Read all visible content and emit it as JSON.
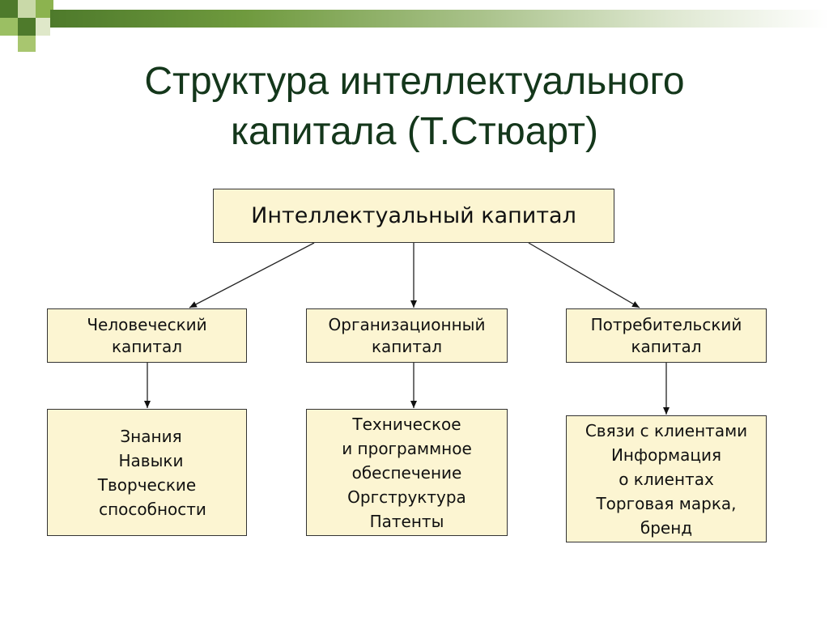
{
  "title": {
    "line1": "Структура интеллектуального",
    "line2": "капитала (Т.Стюарт)"
  },
  "diagram": {
    "root": "Интеллектуальный капитал",
    "branches": [
      {
        "title_lines": [
          "Человеческий",
          "капитал"
        ],
        "items": [
          "Знания",
          "Навыки",
          "Творческие",
          "способности"
        ]
      },
      {
        "title_lines": [
          "Организационный",
          "капитал"
        ],
        "items": [
          "Техническое",
          "и программное",
          "обеспечение",
          "Оргструктура",
          "Патенты"
        ]
      },
      {
        "title_lines": [
          "Потребительский",
          "капитал"
        ],
        "items": [
          "Связи с клиентами",
          "Информация",
          "о клиентах",
          "Торговая марка,",
          "бренд"
        ]
      }
    ]
  },
  "colors": {
    "title": "#14371b",
    "box_fill": "#fcf5d2",
    "accent_green": "#6f9a3e"
  }
}
